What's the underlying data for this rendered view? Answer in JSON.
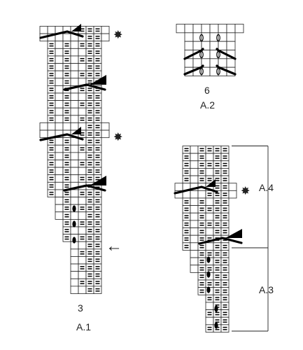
{
  "chart_a1": {
    "number": "3",
    "name": "A.1",
    "marker_glyph": "✸",
    "arrow_glyph": "←"
  },
  "chart_a2": {
    "number": "6",
    "name": "A.2"
  },
  "chart_right": {
    "label_a4": "A.4",
    "label_a3": "A.3",
    "marker_glyph": "✸"
  },
  "colors": {
    "ink": "#000000",
    "grid": "#222222",
    "paper": "#ffffff"
  },
  "symbols": {
    "dash": "purl-dash",
    "dot": "black-oval",
    "oval": "open-oval",
    "decrease": "slanted-decrease"
  }
}
